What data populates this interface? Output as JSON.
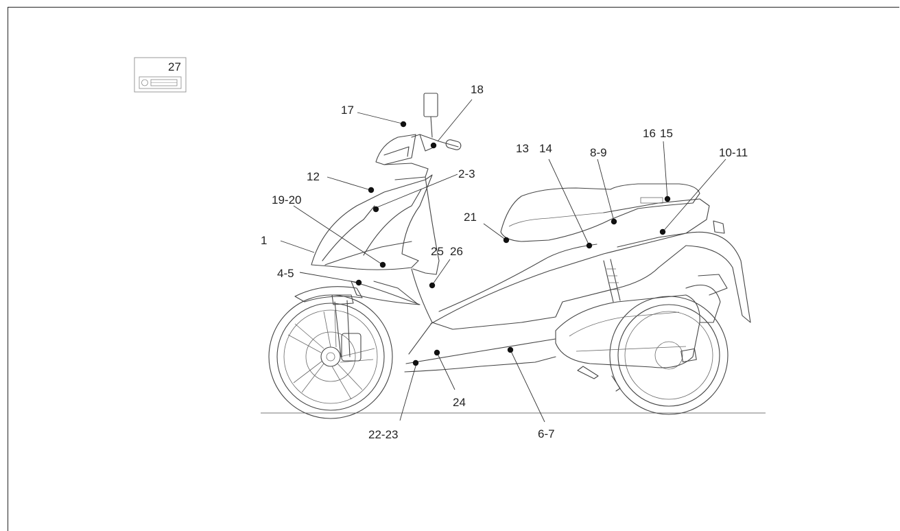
{
  "inset": {
    "label": "27"
  },
  "callouts": [
    "1",
    "2-3",
    "4-5",
    "6-7",
    "8-9",
    "10-11",
    "12",
    "13",
    "14",
    "16",
    "15",
    "17",
    "18",
    "19-20",
    "21",
    "22-23",
    "24",
    "25",
    "26"
  ]
}
